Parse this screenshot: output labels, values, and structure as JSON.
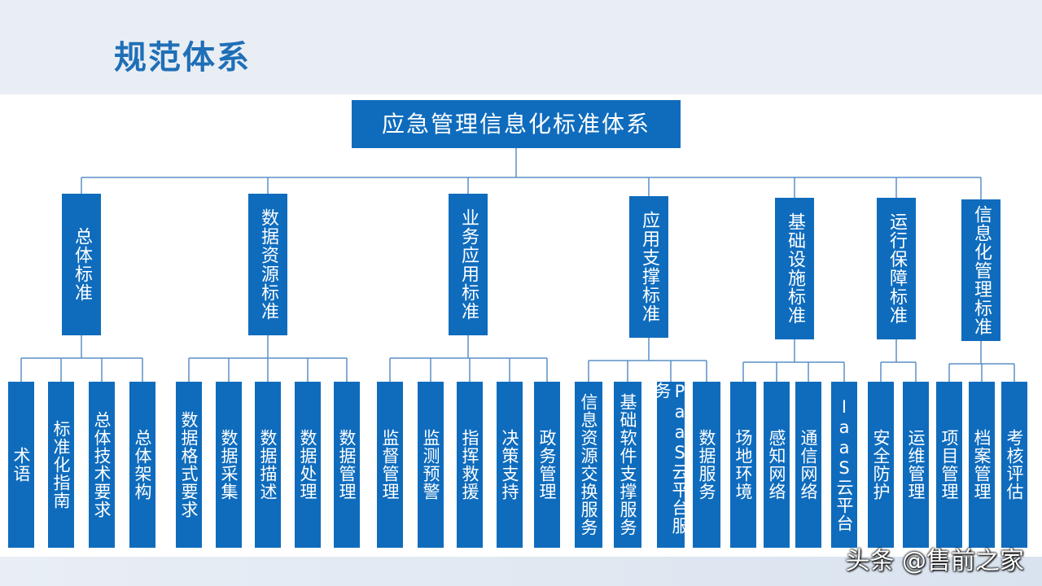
{
  "header": {
    "title": "规范体系"
  },
  "diagram": {
    "root": "应急管理信息化标准体系",
    "categories": [
      {
        "label": "总体标准",
        "children": [
          "术语",
          "标准化指南",
          "总体技术要求",
          "总体架构"
        ]
      },
      {
        "label": "数据资源标准",
        "children": [
          "数据格式要求",
          "数据采集",
          "数据描述",
          "数据处理",
          "数据管理"
        ]
      },
      {
        "label": "业务应用标准",
        "children": [
          "监督管理",
          "监测预警",
          "指挥救援",
          "决策支持",
          "政务管理"
        ]
      },
      {
        "label": "应用支撑标准",
        "children": [
          "信息资源交换服务",
          "基础软件支撑服务",
          "PaaS云平台服务",
          "数据服务"
        ]
      },
      {
        "label": "基础设施标准",
        "children": [
          "场地环境",
          "感知网络",
          "通信网络",
          "IaaS云平台"
        ]
      },
      {
        "label": "运行保障标准",
        "children": [
          "安全防护",
          "运维管理"
        ]
      },
      {
        "label": "信息化管理标准",
        "children": [
          "项目管理",
          "档案管理",
          "考核评估"
        ]
      }
    ]
  },
  "watermark": "头条 @售前之家",
  "colors": {
    "node_fill": "#0f6cbd",
    "title": "#1f6fb7",
    "connector": "#5b8fc7",
    "header_band": "#e9eef5"
  }
}
